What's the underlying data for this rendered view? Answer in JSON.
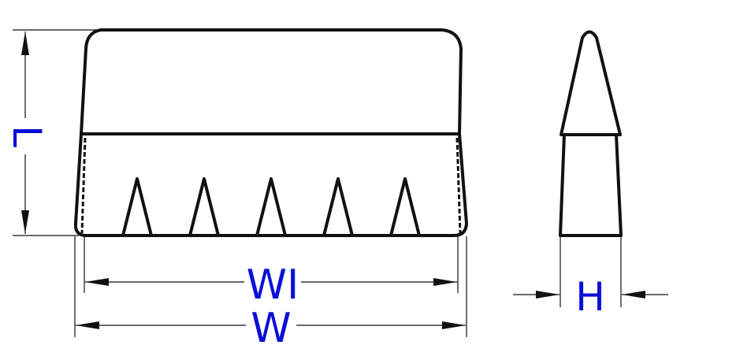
{
  "labels": {
    "length": "L",
    "inner_width": "WI",
    "width": "W",
    "height": "H"
  },
  "colors": {
    "outline": "#111111",
    "dimension_text": "#0a10d8",
    "background": "#ffffff"
  }
}
